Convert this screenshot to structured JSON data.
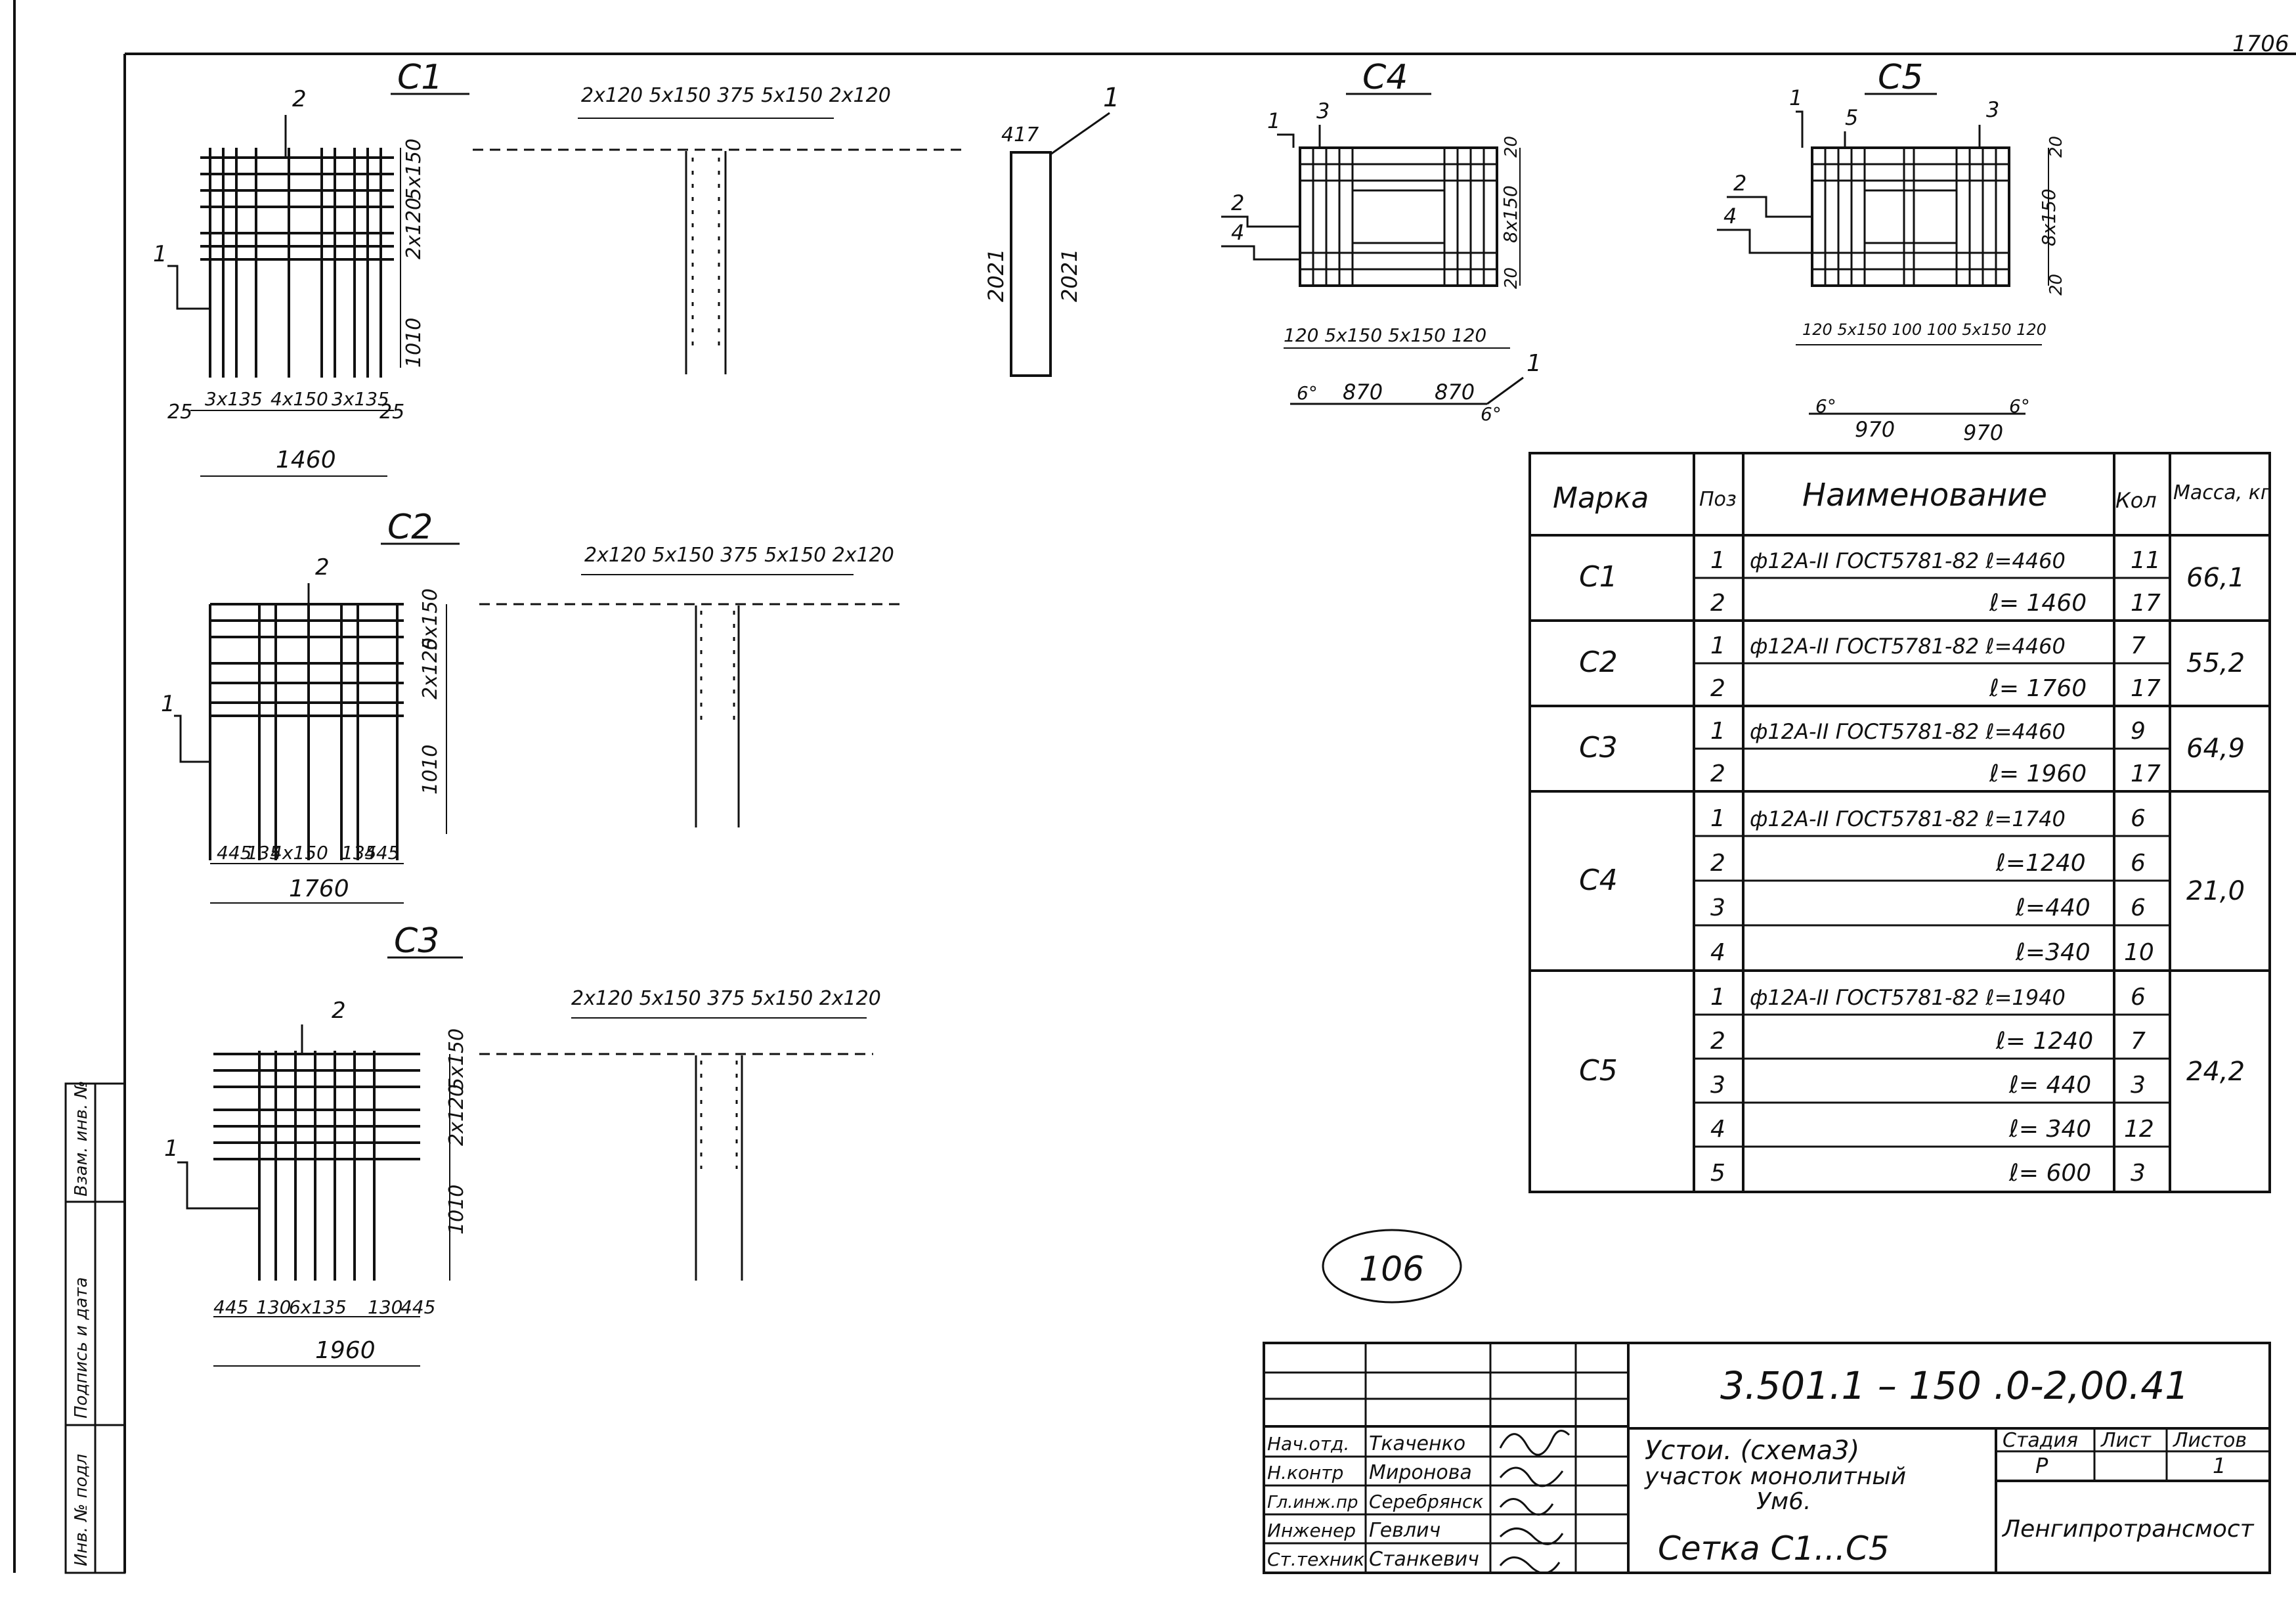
{
  "sheet_corner": "1706",
  "c1": {
    "title": "С1",
    "pos1": "1",
    "pos2": "2",
    "vdim": [
      "2х120",
      "5х150",
      "1010"
    ],
    "hdim": [
      "25",
      "3х135",
      "4х150",
      "3х135",
      "25"
    ],
    "total": "1460",
    "section_dim": "2х120 5х150 375 5х150 2х120",
    "elev_label": "417",
    "elev_pos": "1",
    "elev_dims": [
      "2021",
      "2021"
    ]
  },
  "c2": {
    "title": "С2",
    "pos1": "1",
    "pos2": "2",
    "vdim": [
      "2х120",
      "5х150",
      "1010"
    ],
    "hdim": [
      "445",
      "135",
      "4х150",
      "135",
      "445"
    ],
    "total": "1760",
    "section_dim": "2х120 5х150 375 5х150 2х120"
  },
  "c3": {
    "title": "С3",
    "pos1": "1",
    "pos2": "2",
    "vdim": [
      "2х120",
      "5х150",
      "1010"
    ],
    "hdim": [
      "445",
      "130",
      "6х135",
      "130",
      "445"
    ],
    "total": "1960",
    "section_dim": "2х120 5х150 375 5х150 2х120"
  },
  "c4": {
    "title": "С4",
    "pos": [
      "1",
      "3",
      "2",
      "4",
      "1"
    ],
    "vdim": [
      "20",
      "8х150",
      "20"
    ],
    "hdim": "120 5х150 5х150 120",
    "bottom_dim": [
      "6°",
      "870",
      "870",
      "6°"
    ]
  },
  "c5": {
    "title": "С5",
    "pos": [
      "1",
      "5",
      "3",
      "2",
      "4"
    ],
    "vdim": [
      "20",
      "8х150",
      "20"
    ],
    "hdim": "120 5х150 100 100 5х150 120",
    "bottom_dim": [
      "6°",
      "970",
      "970",
      "6°"
    ]
  },
  "spec_table": {
    "headers": [
      "Марка",
      "Поз",
      "Наименование",
      "Кол",
      "Масса, кг"
    ],
    "groups": [
      {
        "mark": "С1",
        "mass": "66,1",
        "rows": [
          {
            "pos": "1",
            "name": "ф12А-II ГОСТ5781-82 ℓ=4460",
            "qty": "11"
          },
          {
            "pos": "2",
            "name": "ℓ= 1460",
            "qty": "17"
          }
        ]
      },
      {
        "mark": "С2",
        "mass": "55,2",
        "rows": [
          {
            "pos": "1",
            "name": "ф12А-II ГОСТ5781-82 ℓ=4460",
            "qty": "7"
          },
          {
            "pos": "2",
            "name": "ℓ= 1760",
            "qty": "17"
          }
        ]
      },
      {
        "mark": "С3",
        "mass": "64,9",
        "rows": [
          {
            "pos": "1",
            "name": "ф12А-II ГОСТ5781-82 ℓ=4460",
            "qty": "9"
          },
          {
            "pos": "2",
            "name": "ℓ= 1960",
            "qty": "17"
          }
        ]
      },
      {
        "mark": "С4",
        "mass": "21,0",
        "rows": [
          {
            "pos": "1",
            "name": "ф12А-II ГОСТ5781-82 ℓ=1740",
            "qty": "6"
          },
          {
            "pos": "2",
            "name": "ℓ=1240",
            "qty": "6"
          },
          {
            "pos": "3",
            "name": "ℓ=440",
            "qty": "6"
          },
          {
            "pos": "4",
            "name": "ℓ=340",
            "qty": "10"
          }
        ]
      },
      {
        "mark": "С5",
        "mass": "24,2",
        "rows": [
          {
            "pos": "1",
            "name": "ф12А-II ГОСТ5781-82 ℓ=1940",
            "qty": "6"
          },
          {
            "pos": "2",
            "name": "ℓ= 1240",
            "qty": "7"
          },
          {
            "pos": "3",
            "name": "ℓ= 440",
            "qty": "3"
          },
          {
            "pos": "4",
            "name": "ℓ= 340",
            "qty": "12"
          },
          {
            "pos": "5",
            "name": "ℓ= 600",
            "qty": "3"
          }
        ]
      }
    ]
  },
  "stamp_circle": "106",
  "title_block": {
    "doc_code": "3.501.1 – 150 .0-2,00.41",
    "roles": [
      "Нач.отд.",
      "Н.контр",
      "Гл.инж.пр",
      "Инженер",
      "Ст.техник"
    ],
    "names": [
      "Ткаченко",
      "Миронова",
      "Серебрянск",
      "Гевлич",
      "Станкевич"
    ],
    "description": [
      "Устои. (схема3)",
      "участок монолитный",
      "Ум6.",
      "Сетка С1...С5"
    ],
    "stage_headers": [
      "Стадия",
      "Лист",
      "Листов"
    ],
    "stage_values": [
      "Р",
      "",
      "1"
    ],
    "organization": "Ленгипротрансмост"
  },
  "left_margin": {
    "labels": [
      "Инв. № подл",
      "Подпись и дата",
      "Взам. инв. №"
    ]
  }
}
